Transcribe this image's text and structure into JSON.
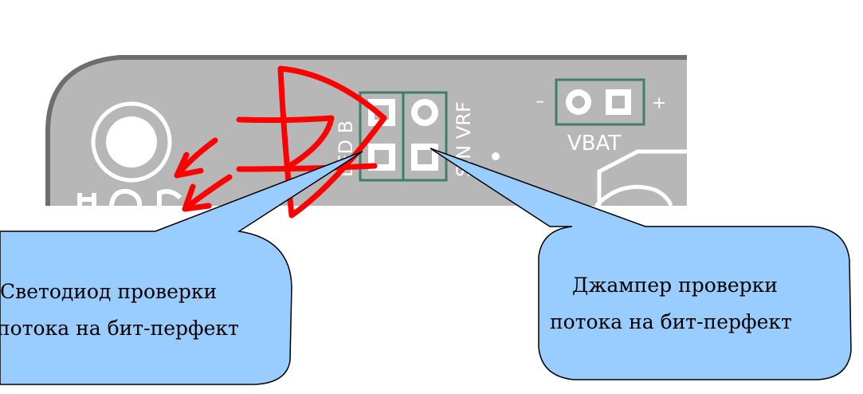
{
  "pcb": {
    "board_color": "#b7b7b7",
    "outline_color": "#6e6e6e",
    "silk_color": "#ffffff",
    "pad_outline_color": "#3f7f6a",
    "labels": {
      "led": "LED B",
      "sin": "SIN VRF",
      "vbat": "VBAT",
      "minus": "–",
      "plus": "+"
    }
  },
  "annotation": {
    "color": "#ff0000",
    "symbol": "led-diode-sketch"
  },
  "callouts": {
    "fill": "#99ccff",
    "stroke": "#000000",
    "left": {
      "line1": "Светодиод проверки",
      "line2": "потока на бит-перфект"
    },
    "right": {
      "line1": "Джампер проверки",
      "line2": "потока на бит-перфект"
    }
  }
}
